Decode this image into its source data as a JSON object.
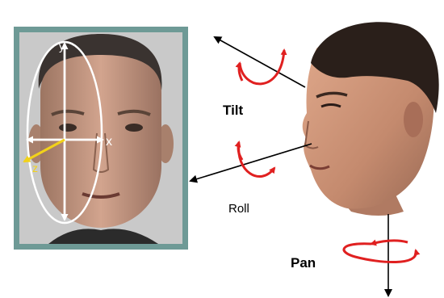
{
  "photo_frame": {
    "frame_color": "#6e9a96",
    "background_color": "#c9c9c9"
  },
  "axes": {
    "y_label": "y",
    "x_label": "x",
    "z_label": "z",
    "ellipse_color": "#ffffff",
    "z_axis_color": "#f2d21a"
  },
  "head_model": {
    "skin_color": "#c48a6e",
    "hair_color": "#2a1f1a"
  },
  "rotations": {
    "tilt_label": "Tilt",
    "roll_label": "Roll",
    "pan_label": "Pan",
    "arc_color": "#e02020",
    "axis_line_color": "#000000"
  }
}
